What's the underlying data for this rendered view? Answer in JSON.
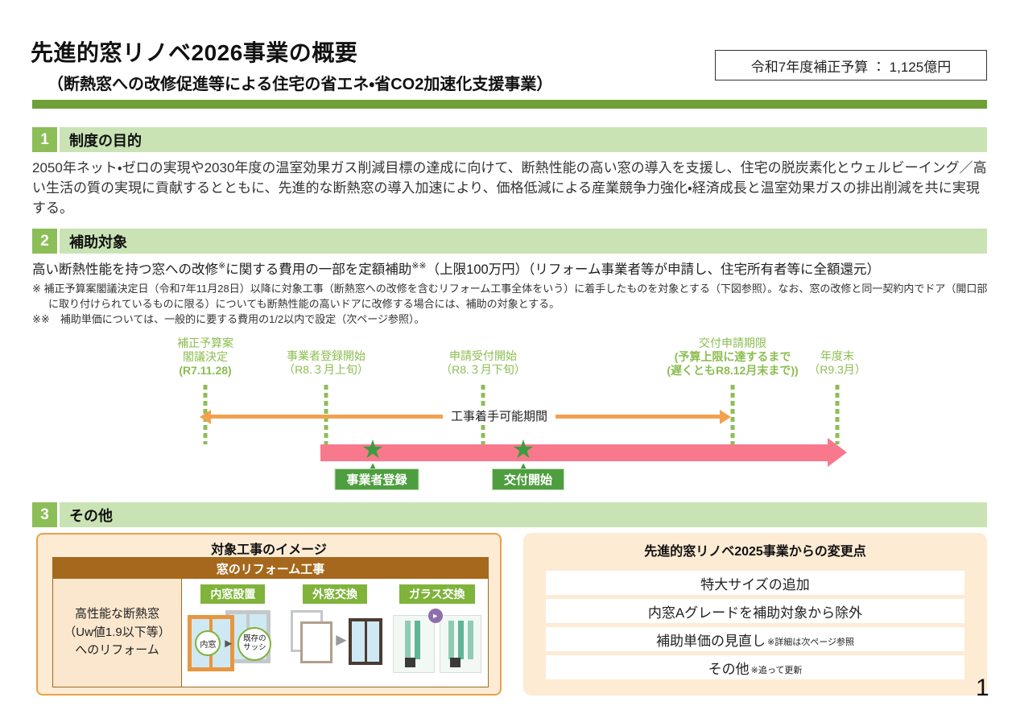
{
  "page": {
    "title": "先進的窓リノベ2026事業の概要",
    "subtitle": "（断熱窓への改修促進等による住宅の省エネ・省CO2加速化支援事業）",
    "budget": "令和7年度補正予算 ： 1,125億円",
    "page_number": "1"
  },
  "colors": {
    "divider_green": "#6FA037",
    "section_number_green": "#8CBE57",
    "section_header_green": "#C9E3B4",
    "timeline_text_green": "#8CBE50",
    "orange_arrow": "#F2A24F",
    "pink_arrow": "#F8798C",
    "marker_green": "#4E9E3F",
    "card_peach": "#FDEBD4",
    "table_brown": "#A6681C",
    "chip_green": "#7FB33A"
  },
  "section1": {
    "number": "1",
    "title": "制度の目的",
    "body": "2050年ネット・ゼロの実現や2030年度の温室効果ガス削減目標の達成に向けて、断熱性能の高い窓の導入を支援し、住宅の脱炭素化とウェルビーイング／高い生活の質の実現に貢献するとともに、先進的な断熱窓の導入加速により、価格低減による産業競争力強化・経済成長と温室効果ガスの排出削減を共に実現する。"
  },
  "section2": {
    "number": "2",
    "title": "補助対象",
    "lead_part1": "高い断熱性能を持つ窓への改修",
    "lead_sup1": "※",
    "lead_part2": "に関する費用の一部を定額補助",
    "lead_sup2": "※※",
    "lead_part3": "（上限100万円）（リフォーム事業者等が申請し、住宅所有者等に全額還元）",
    "note1": "※ 補正予算案閣議決定日（令和7年11月28日）以降に対象工事（断熱窓への改修を含むリフォーム工事全体をいう）に着手したものを対象とする（下図参照）。なお、窓の改修と同一契約内でドア（開口部に取り付けられているものに限る）についても断熱性能の高いドアに改修する場合には、補助の対象とする。",
    "note2": "※※　補助単価については、一般的に要する費用の1/2以内で設定（次ページ参照）。"
  },
  "timeline": {
    "milestones": [
      {
        "line1": "補正予算案",
        "line2": "閣議決定",
        "line3": "(R7.11.28)"
      },
      {
        "line1": "事業者登録開始",
        "line2": "（R8.３月上旬）"
      },
      {
        "line1": "申請受付開始",
        "line2": "（R8.３月下旬）"
      },
      {
        "line1": "交付申請期限",
        "line2": "(予算上限に達するまで",
        "line3": "(遅くともR8.12月末まで))"
      },
      {
        "line1": "年度末",
        "line2": "（R9.3月）"
      }
    ],
    "span_label": "工事着手可能期間",
    "markers": [
      {
        "label": "事業者登録"
      },
      {
        "label": "交付開始"
      }
    ]
  },
  "section3": {
    "number": "3",
    "title": "その他"
  },
  "left_card": {
    "title": "対象工事のイメージ",
    "table_header": "窓のリフォーム工事",
    "row_label_line1": "高性能な断熱窓",
    "row_label_line2": "（Uw値1.9以下等）",
    "row_label_line3": "へのリフォーム",
    "methods": [
      {
        "label": "内窓設置",
        "callout1": "内窓",
        "callout2_line1": "既存の",
        "callout2_line2": "サッシ"
      },
      {
        "label": "外窓交換"
      },
      {
        "label": "ガラス交換"
      }
    ]
  },
  "right_card": {
    "title": "先進的窓リノベ2025事業からの変更点",
    "items": [
      {
        "text": "特大サイズの追加",
        "note": ""
      },
      {
        "text": "内窓Aグレードを補助対象から除外",
        "note": ""
      },
      {
        "text": "補助単価の見直し",
        "note": "※詳細は次ページ参照"
      },
      {
        "text": "その他",
        "note": "※追って更新"
      }
    ]
  }
}
